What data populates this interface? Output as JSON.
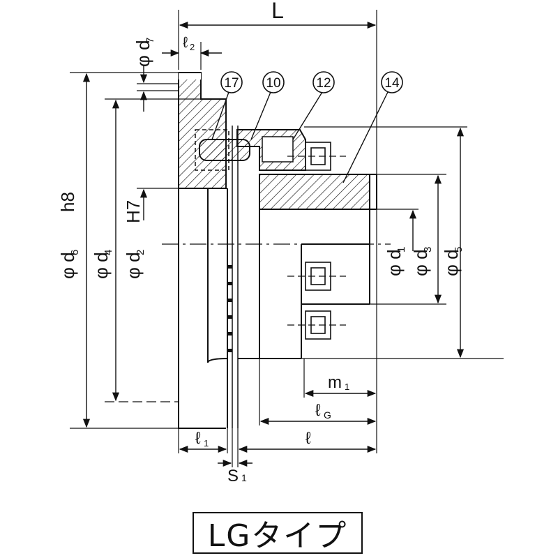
{
  "title": "LGタイプ",
  "dimensions": {
    "L": "L",
    "l2": "ℓ",
    "l2_sub": "2",
    "d7": "φ d",
    "d7_sub": "7",
    "h8": "h8",
    "d6": "φ d",
    "d6_sub": "6",
    "d4": "φ d",
    "d4_sub": "4",
    "H7": "H7",
    "d2": "φ d",
    "d2_sub": "2",
    "d1": "φ d",
    "d1_sub": "1",
    "d3": "φ d",
    "d3_sub": "3",
    "d5": "φ d",
    "d5_sub": "5",
    "m1": "m",
    "m1_sub": "1",
    "lG": "ℓ",
    "lG_sub": "G",
    "l1": "ℓ",
    "l1_sub": "1",
    "l": "ℓ",
    "S1": "S",
    "S1_sub": "1"
  },
  "balloons": [
    "17",
    "10",
    "12",
    "14"
  ]
}
